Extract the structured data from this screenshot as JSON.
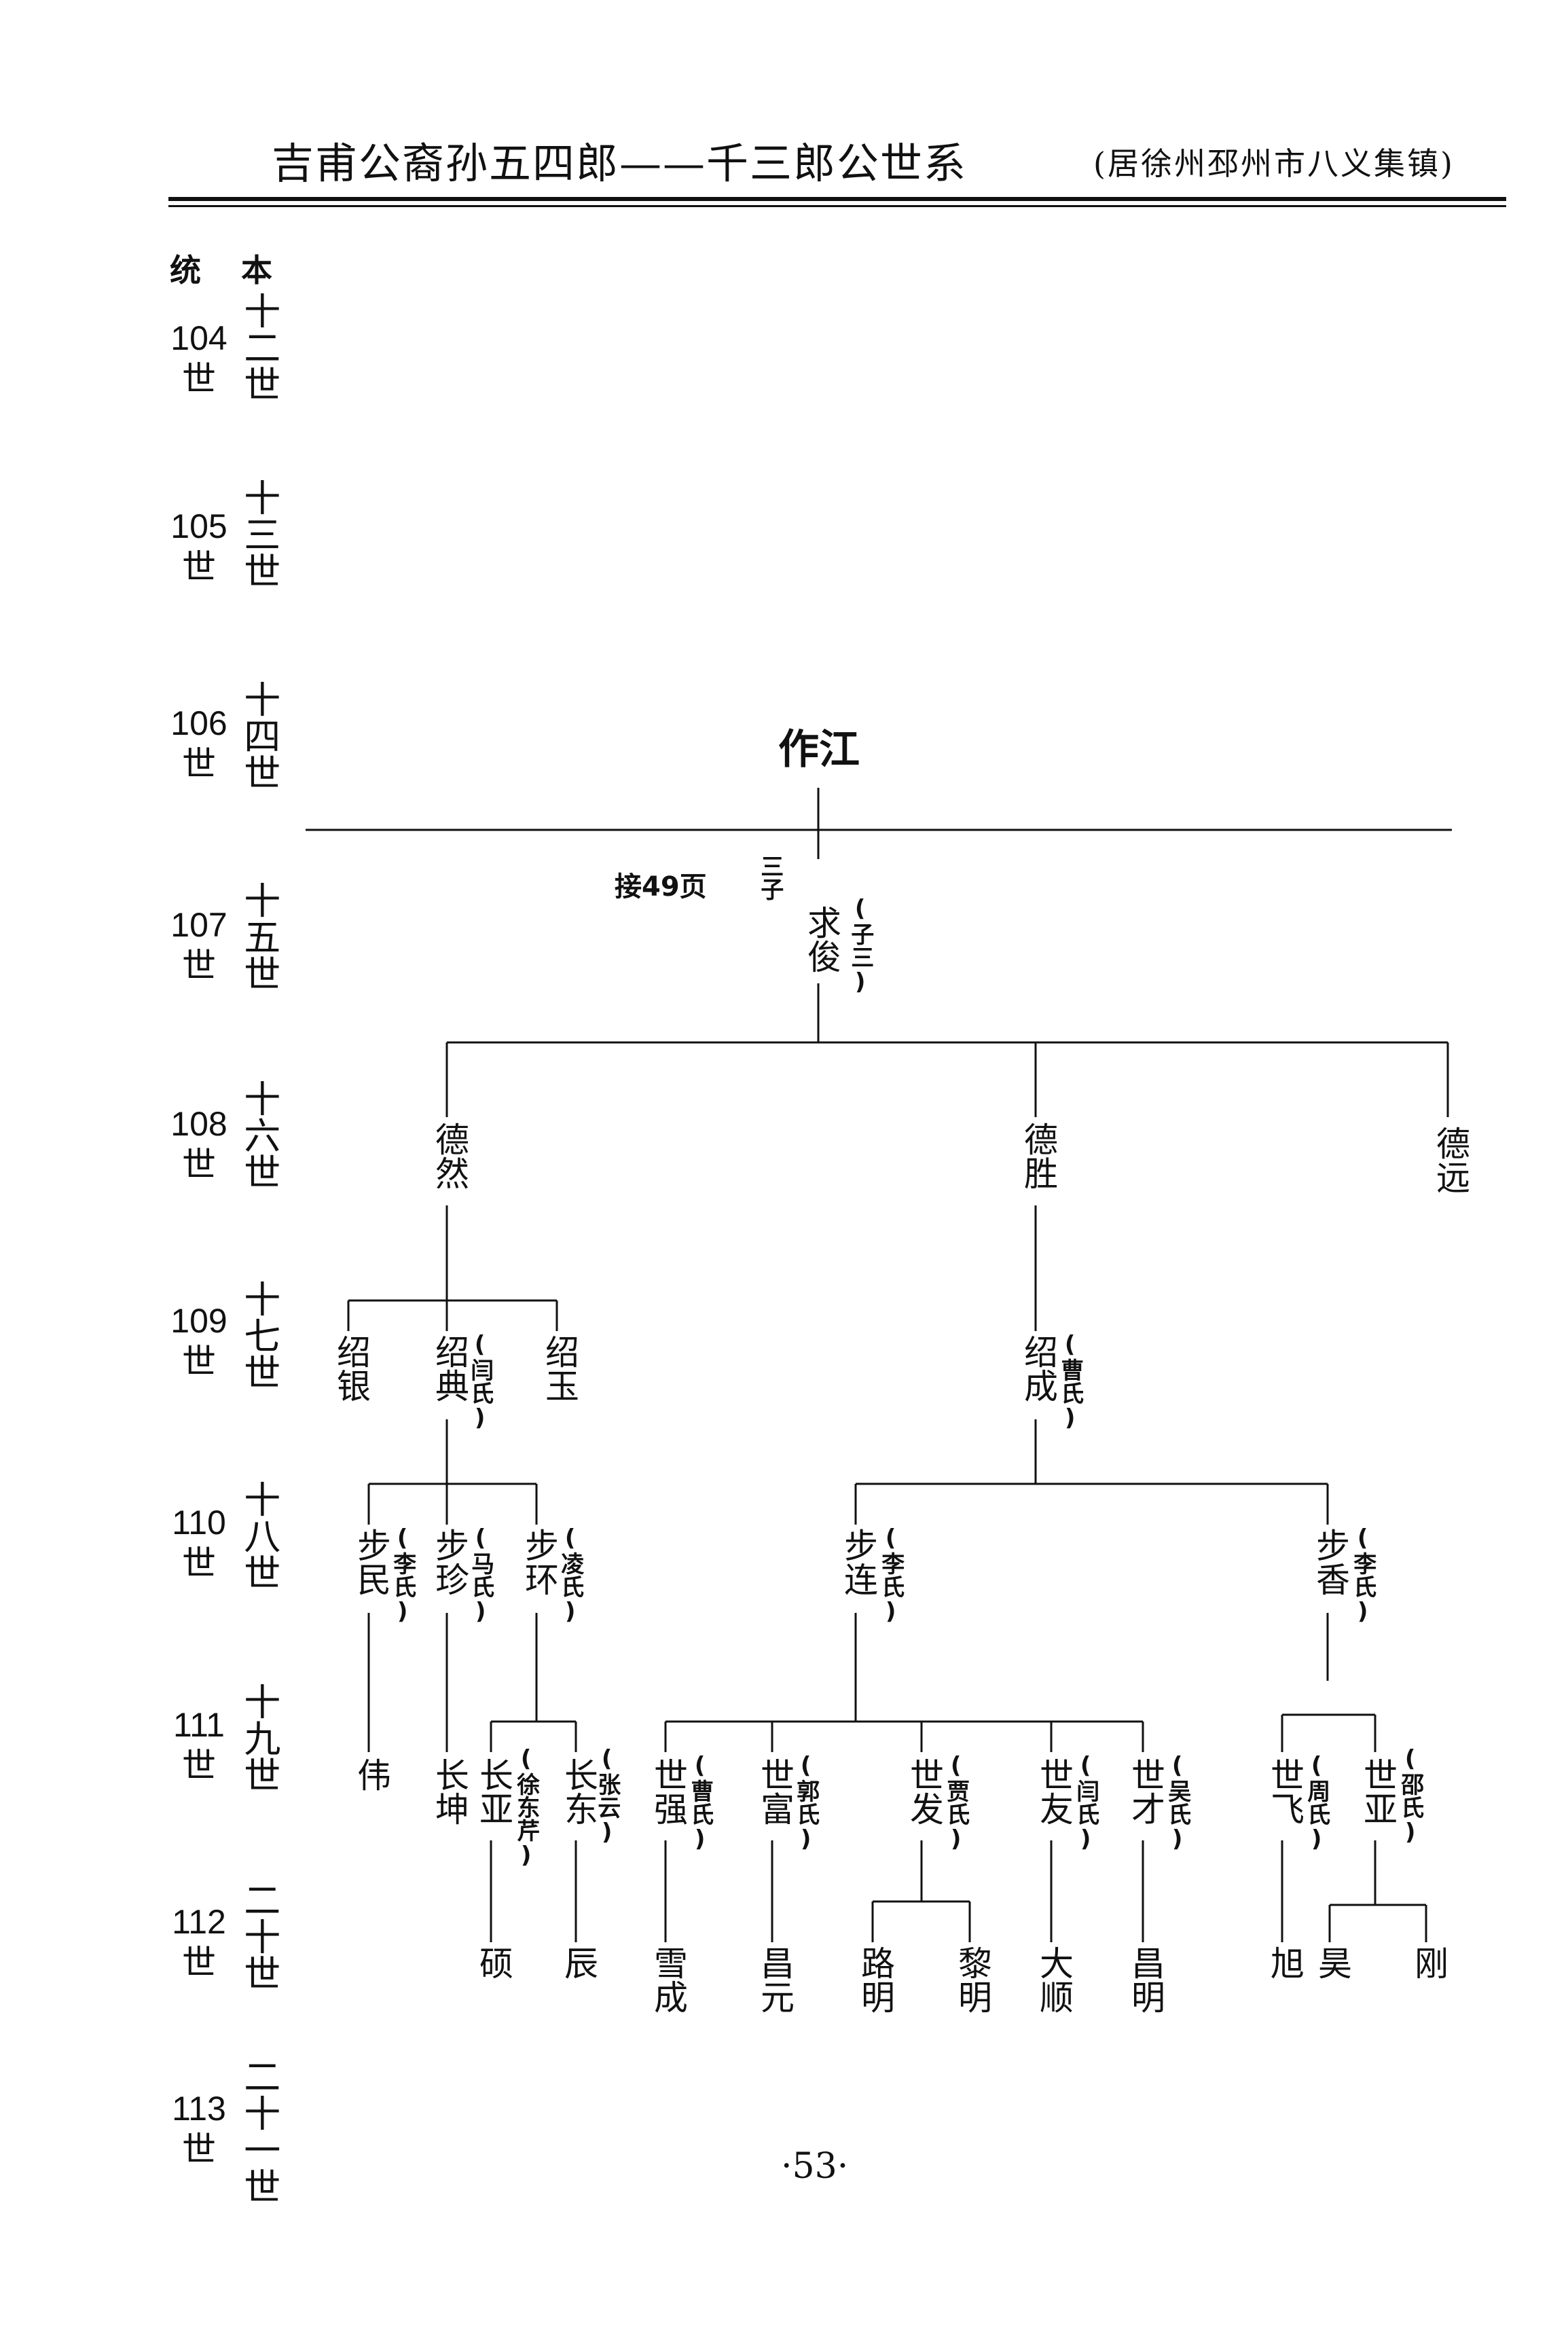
{
  "header": {
    "title": "吉甫公裔孙五四郎——千三郎公世系",
    "subtitle": "(居徐州邳州市八义集镇)"
  },
  "column_headers": {
    "tong": "统",
    "ben": "本"
  },
  "generations": [
    {
      "tong_num": "104",
      "tong_shi": "世",
      "ben": "十二世"
    },
    {
      "tong_num": "105",
      "tong_shi": "世",
      "ben": "十三世"
    },
    {
      "tong_num": "106",
      "tong_shi": "世",
      "ben": "十四世"
    },
    {
      "tong_num": "107",
      "tong_shi": "世",
      "ben": "十五世"
    },
    {
      "tong_num": "108",
      "tong_shi": "世",
      "ben": "十六世"
    },
    {
      "tong_num": "109",
      "tong_shi": "世",
      "ben": "十七世"
    },
    {
      "tong_num": "110",
      "tong_shi": "世",
      "ben": "十八世"
    },
    {
      "tong_num": "111",
      "tong_shi": "世",
      "ben": "十九世"
    },
    {
      "tong_num": "112",
      "tong_shi": "世",
      "ben": "二十世"
    },
    {
      "tong_num": "113",
      "tong_shi": "世",
      "ben": "二十一世"
    }
  ],
  "tree": {
    "root": "作江",
    "continuation_note": "接49页",
    "son_order": "三子",
    "gen107": {
      "name": "求俊",
      "spouse": "(子三)"
    },
    "gen108": [
      "德然",
      "德胜",
      "德远"
    ],
    "gen109": [
      {
        "name": "绍银"
      },
      {
        "name": "绍典",
        "spouse": "(闫氏)"
      },
      {
        "name": "绍玉"
      },
      {
        "name": "绍成",
        "spouse": "(曹氏)"
      }
    ],
    "gen110": [
      {
        "name": "步民",
        "spouse": "(李氏)"
      },
      {
        "name": "步珍",
        "spouse": "(马氏)"
      },
      {
        "name": "步环",
        "spouse": "(凌氏)"
      },
      {
        "name": "步连",
        "spouse": "(李氏)"
      },
      {
        "name": "步香",
        "spouse": "(李氏)"
      }
    ],
    "gen111": [
      {
        "name": "伟"
      },
      {
        "name": "长坤"
      },
      {
        "name": "长亚",
        "spouse": "(徐东芹)"
      },
      {
        "name": "长东",
        "spouse": "(张云)"
      },
      {
        "name": "世强",
        "spouse": "(曹氏)"
      },
      {
        "name": "世富",
        "spouse": "(郭氏)"
      },
      {
        "name": "世发",
        "spouse": "(贾氏)"
      },
      {
        "name": "世友",
        "spouse": "(闫氏)"
      },
      {
        "name": "世才",
        "spouse": "(吴氏)"
      },
      {
        "name": "世飞",
        "spouse": "(周氏)"
      },
      {
        "name": "世亚",
        "spouse": "(邵氏)"
      }
    ],
    "gen112": [
      "硕",
      "辰",
      "雪成",
      "昌元",
      "路明",
      "黎明",
      "大顺",
      "昌明",
      "旭",
      "昊",
      "刚"
    ]
  },
  "page_number": "·53·"
}
